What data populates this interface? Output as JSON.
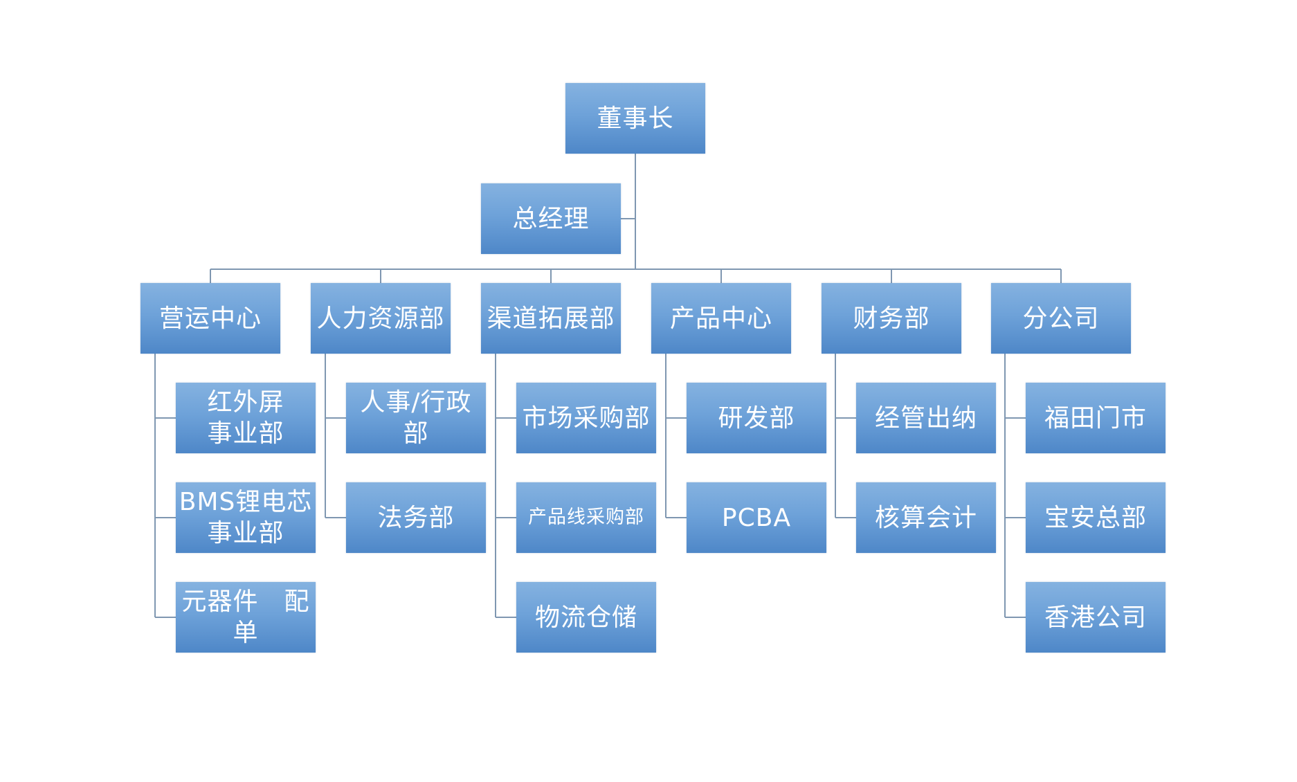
{
  "chart": {
    "root": "董事长",
    "assistant": "总经理",
    "departments": [
      {
        "name": "营运中心",
        "children": [
          "红外屏\n事业部",
          "BMS锂电芯\n事业部",
          "元器件　配\n单"
        ]
      },
      {
        "name": "人力资源部",
        "children": [
          "人事/行政\n部",
          "法务部"
        ]
      },
      {
        "name": "渠道拓展部",
        "children": [
          "市场采购部",
          "产品线采购部",
          "物流仓储"
        ]
      },
      {
        "name": "产品中心",
        "children": [
          "研发部",
          "PCBA"
        ]
      },
      {
        "name": "财务部",
        "children": [
          "经管出纳",
          "核算会计"
        ]
      },
      {
        "name": "分公司",
        "children": [
          "福田门市",
          "宝安总部",
          "香港公司"
        ]
      }
    ]
  },
  "colors": {
    "box_top": "#85b2e0",
    "box_bottom": "#4e87c8",
    "connector": "#7f97b1",
    "text": "#ffffff"
  }
}
